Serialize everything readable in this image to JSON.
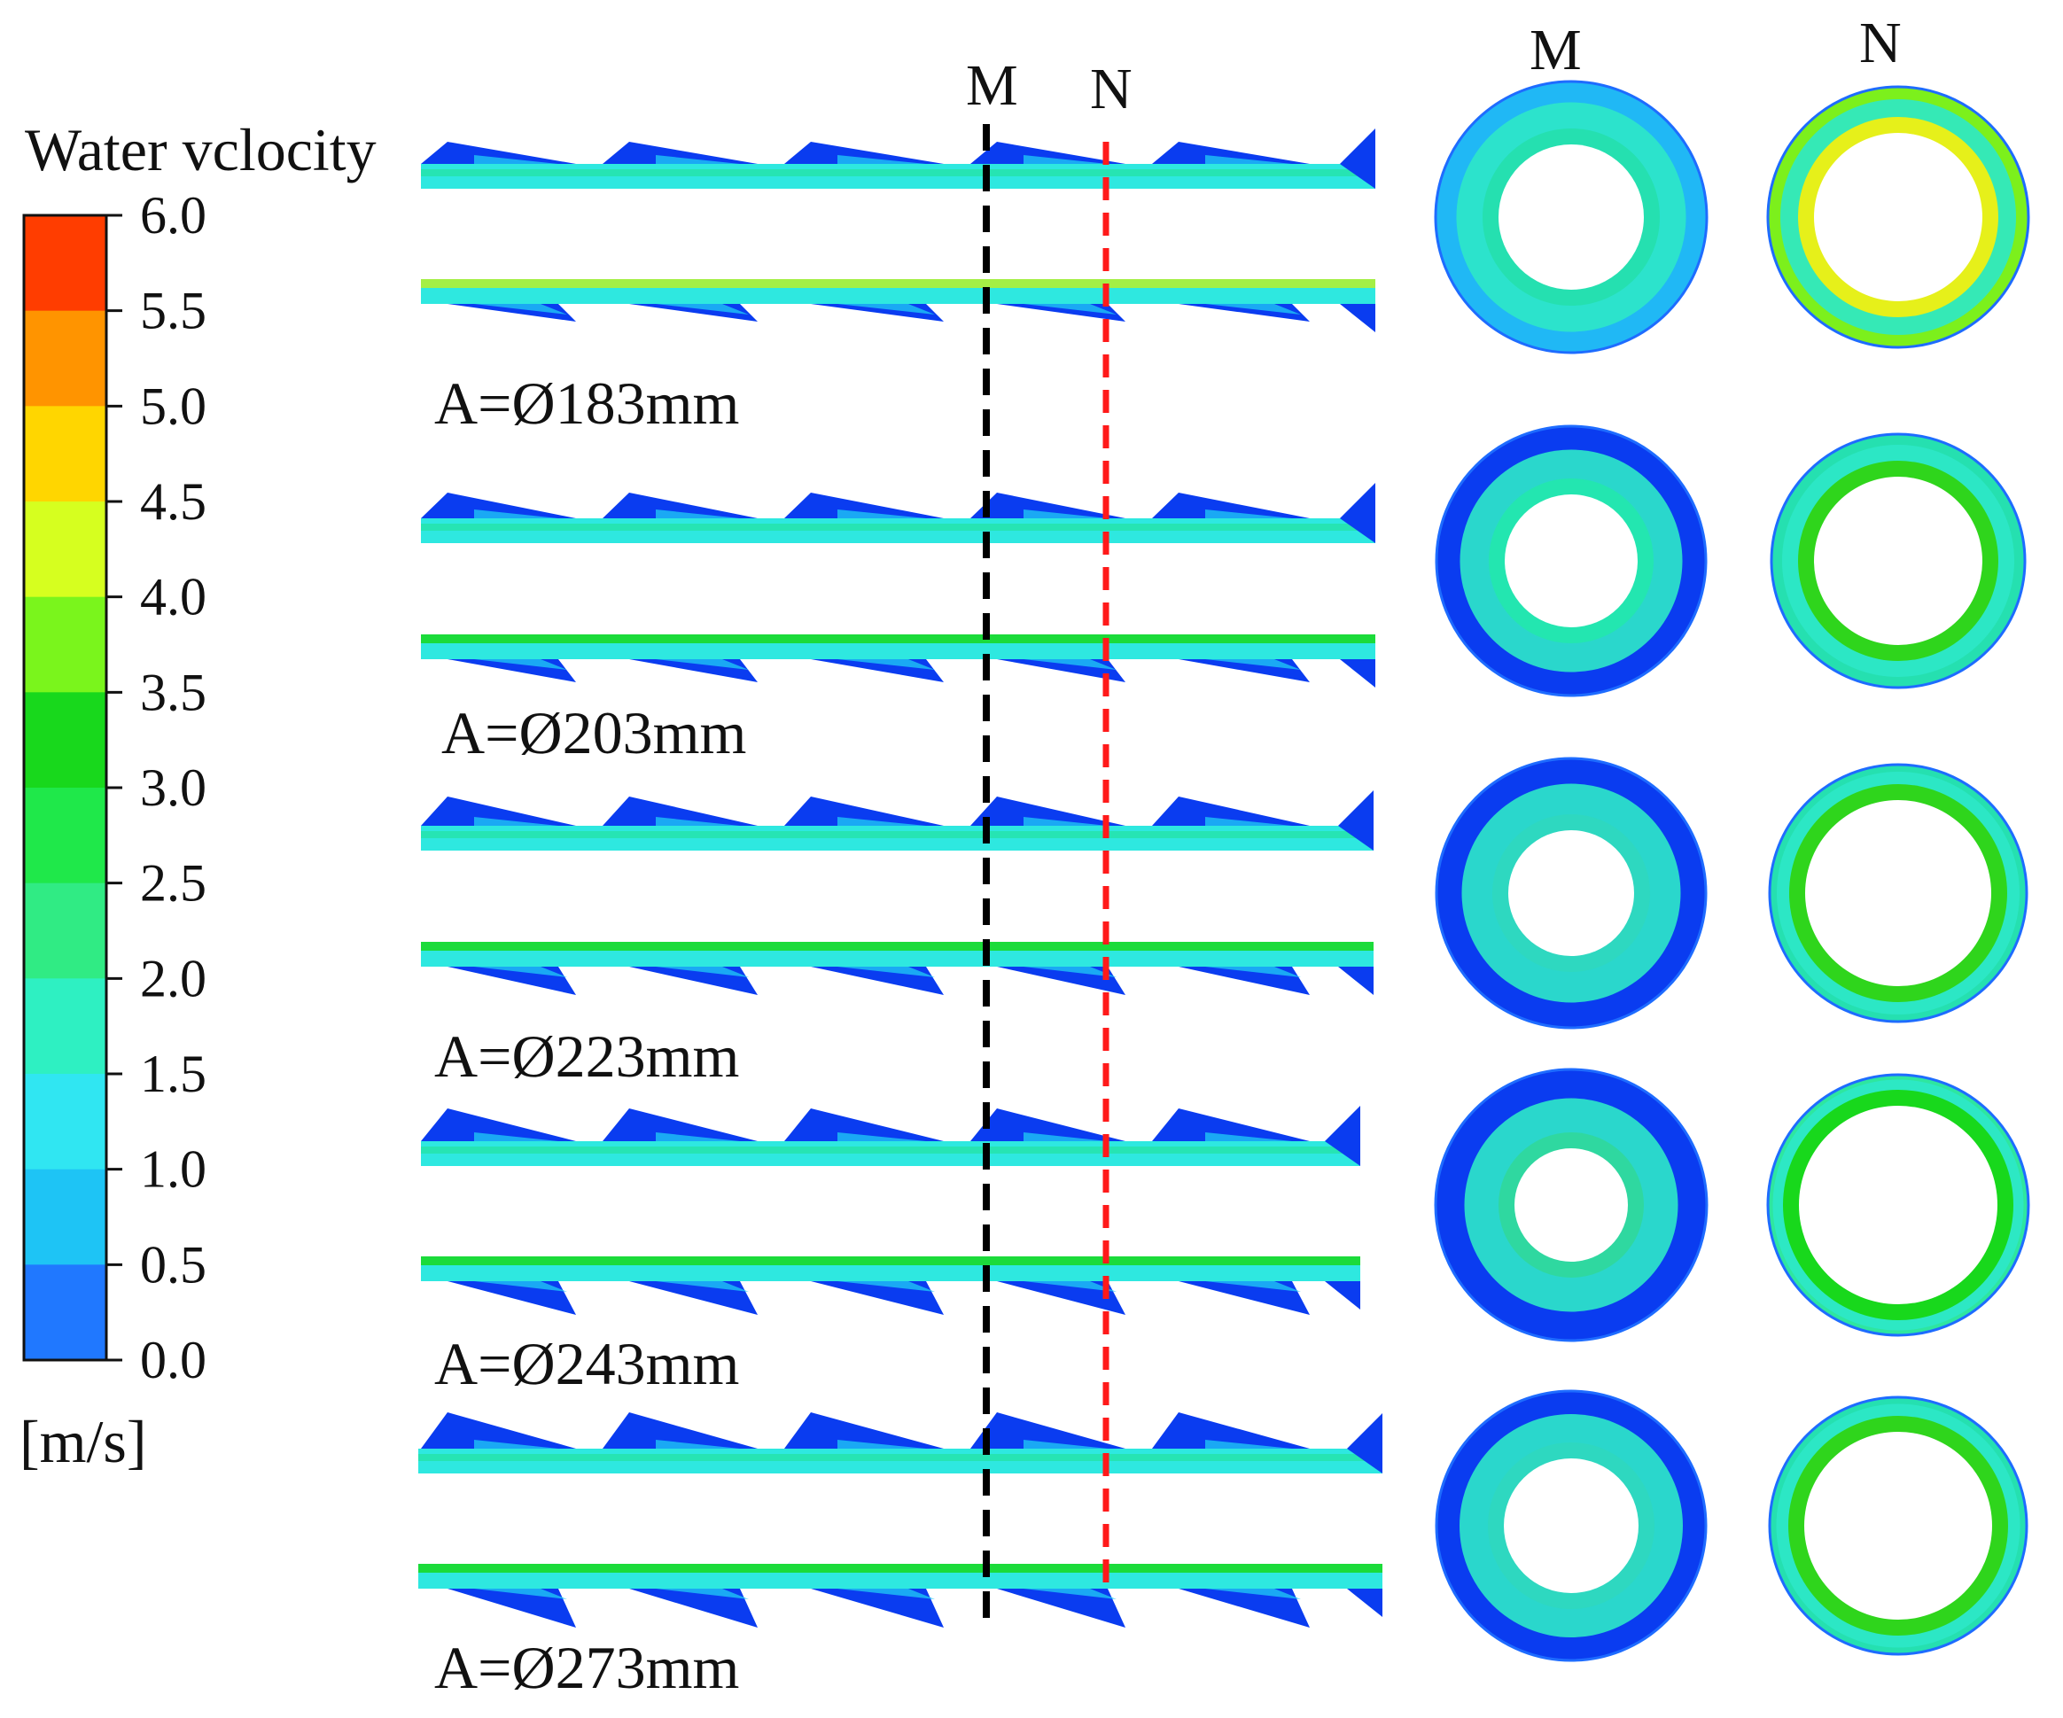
{
  "legend": {
    "title": "Water vclocity",
    "unit": "[m/s]",
    "ticks": [
      "6.0",
      "5.5",
      "5.0",
      "4.5",
      "4.0",
      "3.5",
      "3.0",
      "2.5",
      "2.0",
      "1.5",
      "1.0",
      "0.5",
      "0.0"
    ],
    "band_colors": [
      "#ff3d00",
      "#ff9400",
      "#ffd600",
      "#d6ff1f",
      "#7af51c",
      "#18d81c",
      "#1fe84a",
      "#30eb84",
      "#2ef0c2",
      "#30e6f2",
      "#1ec4f5",
      "#2078ff",
      "#0a3cf0"
    ]
  },
  "markers": {
    "line_m": "M",
    "line_n": "N",
    "col_m": "M",
    "col_n": "N"
  },
  "cases": [
    {
      "label": "A=Ø183mm"
    },
    {
      "label": "A=Ø203mm"
    },
    {
      "label": "A=Ø223mm"
    },
    {
      "label": "A=Ø243mm"
    },
    {
      "label": "A=Ø273mm"
    }
  ],
  "colors": {
    "marker_m": "#000000",
    "marker_n": "#ff1a1a",
    "fluid_low": "#0a3cf0",
    "fluid_mid": "#2ee8e0",
    "fluid_high": "#18d81c"
  }
}
